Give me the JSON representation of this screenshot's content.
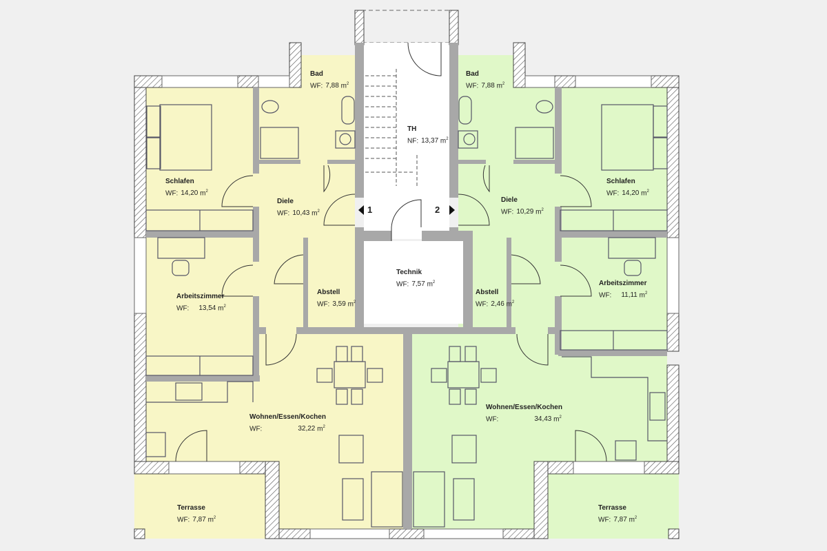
{
  "colors": {
    "unit1": "#f8f6c6",
    "unit2": "#e0f8c8",
    "wall": "#a8a8a8",
    "background": "#f0f0f0"
  },
  "unit_markers": {
    "unit1": "1",
    "unit2": "2"
  },
  "area_unit": "m",
  "rooms": {
    "bad1": {
      "name": "Bad",
      "prefix": "WF:",
      "area": "7,88"
    },
    "schlafen1": {
      "name": "Schlafen",
      "prefix": "WF:",
      "area": "14,20"
    },
    "diele1": {
      "name": "Diele",
      "prefix": "WF:",
      "area": "10,43"
    },
    "arbeit1": {
      "name": "Arbeitszimmer",
      "prefix": "WF:",
      "area": "13,54"
    },
    "abstell1": {
      "name": "Abstell",
      "prefix": "WF:",
      "area": "3,59"
    },
    "wohnen1": {
      "name": "Wohnen/Essen/Kochen",
      "prefix": "WF:",
      "area": "32,22"
    },
    "terrasse1": {
      "name": "Terrasse",
      "prefix": "WF:",
      "area": "7,87"
    },
    "th": {
      "name": "TH",
      "prefix": "NF:",
      "area": "13,37"
    },
    "technik": {
      "name": "Technik",
      "prefix": "WF:",
      "area": "7,57"
    },
    "bad2": {
      "name": "Bad",
      "prefix": "WF:",
      "area": "7,88"
    },
    "schlafen2": {
      "name": "Schlafen",
      "prefix": "WF:",
      "area": "14,20"
    },
    "diele2": {
      "name": "Diele",
      "prefix": "WF:",
      "area": "10,29"
    },
    "arbeit2": {
      "name": "Arbeitszimmer",
      "prefix": "WF:",
      "area": "11,11"
    },
    "abstell2": {
      "name": "Abstell",
      "prefix": "WF:",
      "area": "2,46"
    },
    "wohnen2": {
      "name": "Wohnen/Essen/Kochen",
      "prefix": "WF:",
      "area": "34,43"
    },
    "terrasse2": {
      "name": "Terrasse",
      "prefix": "WF:",
      "area": "7,87"
    }
  }
}
